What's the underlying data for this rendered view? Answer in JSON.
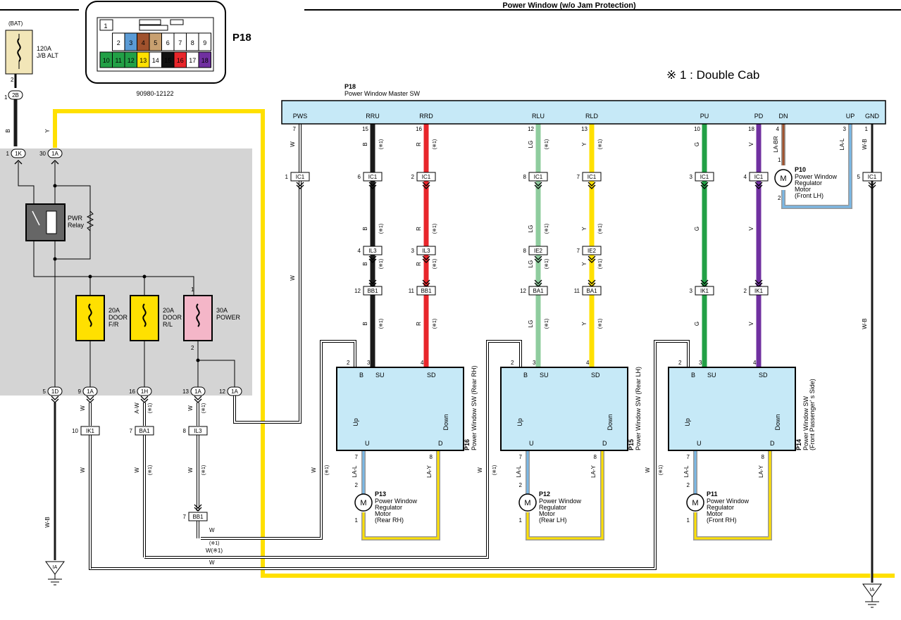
{
  "title": "Power Window (w/o Jam Protection)",
  "note": "※ 1 : Double Cab",
  "bat": "(BAT)",
  "connector_ref": {
    "id": "P18",
    "part": "90980-12122",
    "row1": [
      "1",
      "2",
      "3",
      "4",
      "5",
      "6",
      "7",
      "8",
      "9"
    ],
    "row2": [
      "10",
      "11",
      "12",
      "13",
      "14",
      "15",
      "16",
      "17",
      "18"
    ]
  },
  "fuse_alt": {
    "amp": "120A",
    "name": "J/B ALT"
  },
  "fuses": [
    {
      "amp": "20A",
      "l1": "DOOR",
      "l2": "F/R"
    },
    {
      "amp": "20A",
      "l1": "DOOR",
      "l2": "R/L"
    },
    {
      "amp": "30A",
      "l1": "POWER",
      "l2": ""
    }
  ],
  "relay": {
    "l1": "PWR",
    "l2": "Relay"
  },
  "master": {
    "id": "P18",
    "name": "Power Window Master SW",
    "pins": [
      "PWS",
      "RRU",
      "RRD",
      "RLU",
      "RLD",
      "PU",
      "PD",
      "DN",
      "UP",
      "GND"
    ],
    "pin_nums": [
      "7",
      "15",
      "16",
      "12",
      "13",
      "10",
      "18",
      "4",
      "3",
      "1"
    ]
  },
  "wire_colors": {
    "B": "#1a1a1a",
    "R": "#e8262b",
    "LG": "#8fcc9e",
    "Y": "#ffe000",
    "G": "#22a046",
    "V": "#7030a0",
    "W": "#ffffff",
    "LB": "#79b8e6"
  },
  "wire_labels": {
    "B": "B",
    "R": "R",
    "LG": "LG",
    "Y": "Y",
    "G": "G",
    "V": "V",
    "W": "W",
    "WB": "W-B",
    "LABR": "LA-BR",
    "LAL": "LA-L",
    "LAY": "LA-Y",
    "AW": "A-W",
    "star": "(※1)",
    "Wstar": "W(※1)"
  },
  "conns": {
    "IC1": "IC1",
    "IL3": "IL3",
    "IE2": "IE2",
    "BB1": "BB1",
    "BA1": "BA1",
    "IK1": "IK1",
    "c1K": "1K",
    "c1A": "1A",
    "c1D": "1D",
    "c1H": "1H",
    "c2B": "2B"
  },
  "switches": [
    {
      "id": "P16",
      "name": "Power Window SW (Rear RH)"
    },
    {
      "id": "P15",
      "name": "Power Window SW (Rear LH)"
    },
    {
      "id": "P14",
      "name": "Power Window SW",
      "name2": "(Front Passenger' s Side)"
    }
  ],
  "sw_labels": {
    "B": "B",
    "SU": "SU",
    "SD": "SD",
    "U": "U",
    "D": "D",
    "Up": "Up",
    "Down": "Down"
  },
  "motors": [
    {
      "id": "P13",
      "l1": "Power Window",
      "l2": "Regulator",
      "l3": "Motor",
      "l4": "(Rear RH)"
    },
    {
      "id": "P12",
      "l1": "Power Window",
      "l2": "Regulator",
      "l3": "Motor",
      "l4": "(Rear LH)"
    },
    {
      "id": "P11",
      "l1": "Power Window",
      "l2": "Regulator",
      "l3": "Motor",
      "l4": "(Front RH)"
    },
    {
      "id": "P10",
      "l1": "Power Window",
      "l2": "Regulator",
      "l3": "Motor",
      "l4": "(Front LH)"
    }
  ],
  "ground": "IA",
  "motor_symbol": "M"
}
